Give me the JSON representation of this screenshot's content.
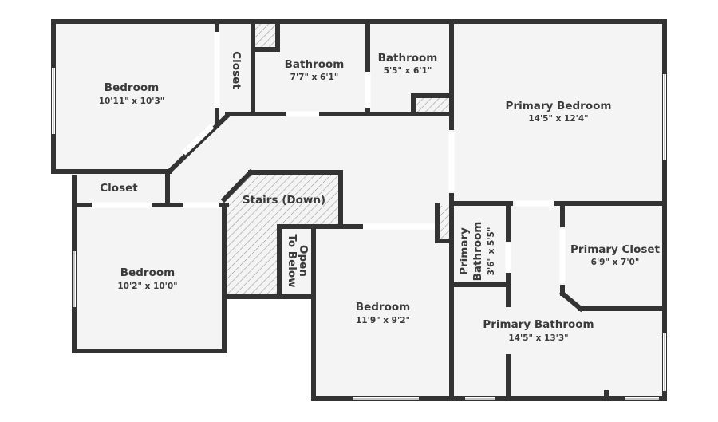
{
  "floorplan": {
    "colors": {
      "wall": "#333333",
      "room_fill": "#f4f4f4",
      "background": "#ffffff",
      "label": "#3a3a3a",
      "hatch": "#999999"
    },
    "rooms": [
      {
        "id": "bedroom_1",
        "name": "Bedroom",
        "dims": "10'11\" x 10'3\""
      },
      {
        "id": "closet_1",
        "name": "Closet",
        "dims": ""
      },
      {
        "id": "bathroom_1",
        "name": "Bathroom",
        "dims": "7'7\" x 6'1\""
      },
      {
        "id": "bathroom_2",
        "name": "Bathroom",
        "dims": "5'5\" x 6'1\""
      },
      {
        "id": "primary_bedroom",
        "name": "Primary Bedroom",
        "dims": "14'5\" x 12'4\""
      },
      {
        "id": "closet_2",
        "name": "Closet",
        "dims": ""
      },
      {
        "id": "stairs",
        "name": "Stairs (Down)",
        "dims": ""
      },
      {
        "id": "open_below_l1",
        "name": "Open",
        "dims": ""
      },
      {
        "id": "open_below_l2",
        "name": "To Below",
        "dims": ""
      },
      {
        "id": "bedroom_2",
        "name": "Bedroom",
        "dims": "10'2\" x 10'0\""
      },
      {
        "id": "bedroom_3",
        "name": "Bedroom",
        "dims": "11'9\" x 9'2\""
      },
      {
        "id": "primary_bath_small_l1",
        "name": "Primary",
        "dims": ""
      },
      {
        "id": "primary_bath_small_l2",
        "name": "Bathroom",
        "dims": "3'6\" x 5'5\""
      },
      {
        "id": "primary_closet",
        "name": "Primary Closet",
        "dims": "6'9\" x 7'0\""
      },
      {
        "id": "primary_bathroom",
        "name": "Primary Bathroom",
        "dims": "14'5\" x 13'3\""
      }
    ]
  }
}
